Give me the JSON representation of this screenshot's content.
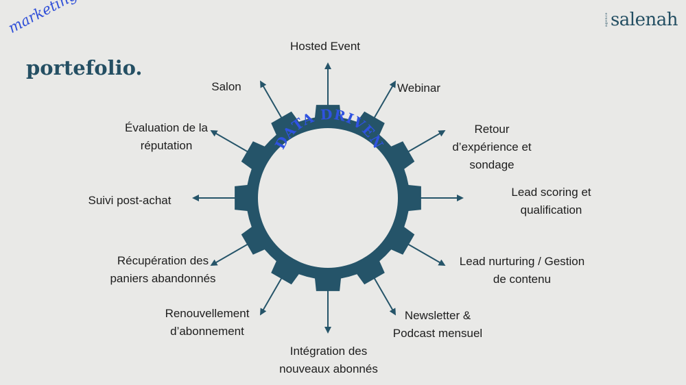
{
  "header": {
    "tagline": "marketing automation",
    "title": "portefolio.",
    "brand_small": "agence",
    "brand_name": "salenah"
  },
  "diagram": {
    "center_text": "DATA DRIVEN",
    "gear_color": "#255469",
    "center_text_color": "#2f52e0",
    "nodes": [
      "Hosted Event",
      "Webinar",
      "Retour\nd’expérience et\nsondage",
      "Lead scoring et\nqualification",
      "Lead nurturing / Gestion\nde contenu",
      "Newsletter &\nPodcast mensuel",
      "Intégration des\nnouveaux abonnés",
      "Renouvellement\nd’abonnement",
      "Récupération des\npaniers abandonnés",
      "Suivi post-achat",
      "Évaluation de la\nréputation",
      "Salon"
    ]
  }
}
